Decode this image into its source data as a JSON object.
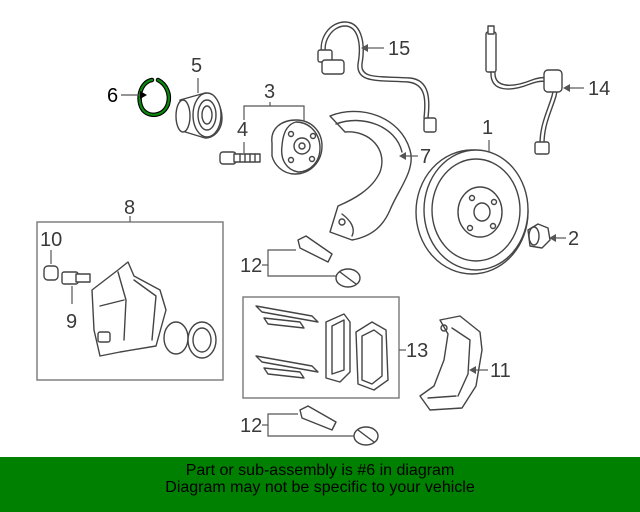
{
  "callouts": {
    "c1": "1",
    "c2": "2",
    "c3": "3",
    "c4": "4",
    "c5": "5",
    "c6": "6",
    "c7": "7",
    "c8": "8",
    "c9": "9",
    "c10": "10",
    "c11": "11",
    "c12a": "12",
    "c12b": "12",
    "c13": "13",
    "c14": "14",
    "c15": "15"
  },
  "highlight_color": "#008000",
  "banner": {
    "line1": "Part or sub-assembly is #6 in diagram",
    "line2": "Diagram may not be specific to your vehicle",
    "background": "#008000"
  }
}
